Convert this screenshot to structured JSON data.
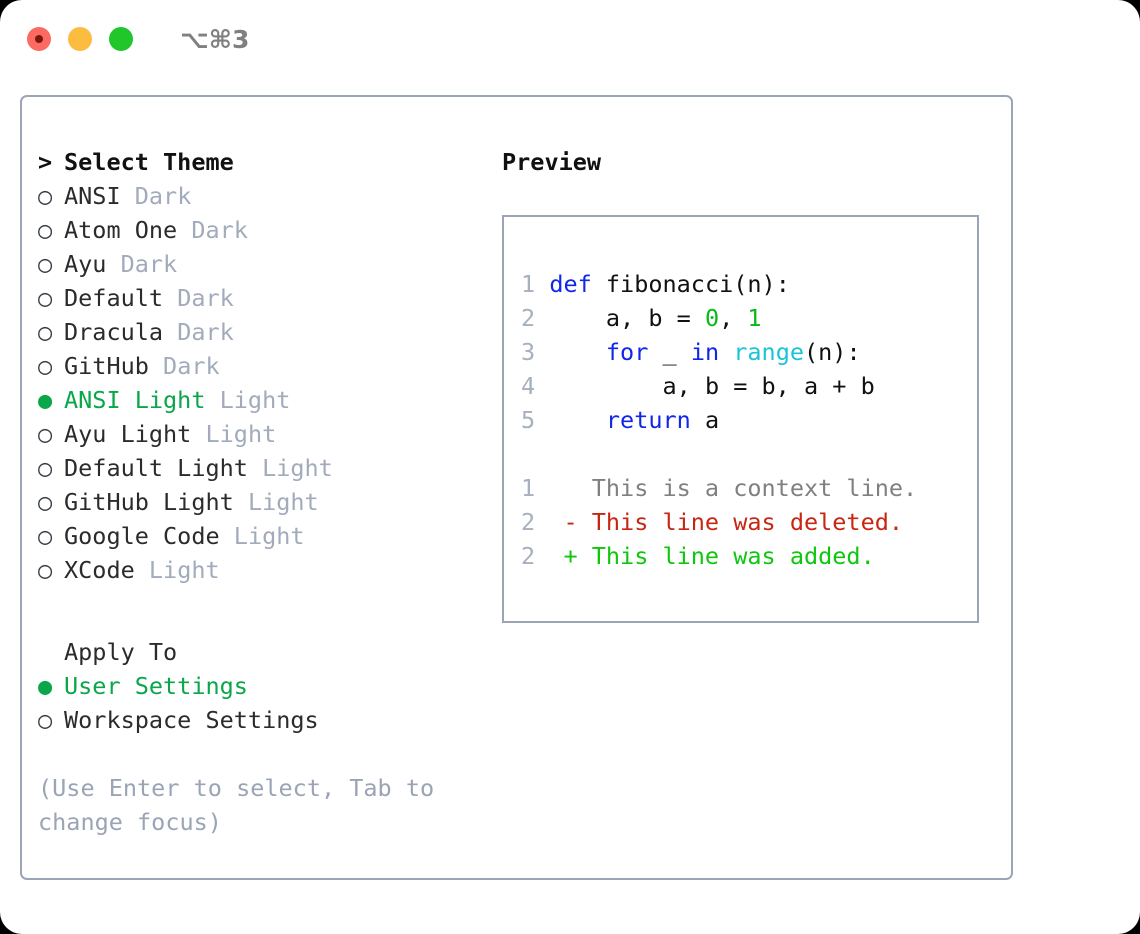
{
  "window": {
    "traffic_lights": [
      "close",
      "minimize",
      "maximize"
    ],
    "title": "⌥⌘3"
  },
  "theme_picker": {
    "heading_prefix": "> ",
    "heading": "Select Theme",
    "selected_theme": "ANSI Light",
    "marker_selected": "●",
    "marker_unselected": "○",
    "items": [
      {
        "marker": "○",
        "label": "ANSI",
        "tag": "Dark",
        "selected": false
      },
      {
        "marker": "○",
        "label": "Atom One",
        "tag": "Dark",
        "selected": false
      },
      {
        "marker": "○",
        "label": "Ayu",
        "tag": "Dark",
        "selected": false
      },
      {
        "marker": "○",
        "label": "Default",
        "tag": "Dark",
        "selected": false
      },
      {
        "marker": "○",
        "label": "Dracula",
        "tag": "Dark",
        "selected": false
      },
      {
        "marker": "○",
        "label": "GitHub",
        "tag": "Dark",
        "selected": false
      },
      {
        "marker": "●",
        "label": "ANSI Light",
        "tag": "Light",
        "selected": true
      },
      {
        "marker": "○",
        "label": "Ayu Light",
        "tag": "Light",
        "selected": false
      },
      {
        "marker": "○",
        "label": "Default Light",
        "tag": "Light",
        "selected": false
      },
      {
        "marker": "○",
        "label": "GitHub Light",
        "tag": "Light",
        "selected": false
      },
      {
        "marker": "○",
        "label": "Google Code",
        "tag": "Light",
        "selected": false
      },
      {
        "marker": "○",
        "label": "XCode",
        "tag": "Light",
        "selected": false
      }
    ]
  },
  "apply_to": {
    "heading": "Apply To",
    "selected_option": "User Settings",
    "items": [
      {
        "marker": "●",
        "label": "User Settings",
        "selected": true
      },
      {
        "marker": "○",
        "label": "Workspace Settings",
        "selected": false
      }
    ]
  },
  "hint": "(Use Enter to select, Tab to change focus)",
  "preview": {
    "title": "Preview",
    "code_lines": [
      {
        "num": "1",
        "tokens": [
          {
            "t": "def",
            "c": "kw"
          },
          {
            "t": " fibonacci(n):",
            "c": "txt"
          }
        ]
      },
      {
        "num": "2",
        "tokens": [
          {
            "t": "    a, b = ",
            "c": "txt"
          },
          {
            "t": "0",
            "c": "num"
          },
          {
            "t": ", ",
            "c": "txt"
          },
          {
            "t": "1",
            "c": "num"
          }
        ]
      },
      {
        "num": "3",
        "tokens": [
          {
            "t": "    ",
            "c": "txt"
          },
          {
            "t": "for",
            "c": "kw"
          },
          {
            "t": " _ ",
            "c": "txt"
          },
          {
            "t": "in",
            "c": "kw"
          },
          {
            "t": " ",
            "c": "txt"
          },
          {
            "t": "range",
            "c": "fn"
          },
          {
            "t": "(n):",
            "c": "txt"
          }
        ]
      },
      {
        "num": "4",
        "tokens": [
          {
            "t": "        a, b = b, a + b",
            "c": "txt"
          }
        ]
      },
      {
        "num": "5",
        "tokens": [
          {
            "t": "    ",
            "c": "txt"
          },
          {
            "t": "return",
            "c": "kw"
          },
          {
            "t": " a",
            "c": "txt"
          }
        ]
      }
    ],
    "diff_lines": [
      {
        "num": "1",
        "sign": "  ",
        "text": "This is a context line.",
        "kind": "ctx"
      },
      {
        "num": "2",
        "sign": "- ",
        "text": "This line was deleted.",
        "kind": "del"
      },
      {
        "num": "2",
        "sign": "+ ",
        "text": "This line was added.",
        "kind": "add"
      }
    ]
  },
  "colors": {
    "accent_green": "#09a74a",
    "diff_add": "#0ec70e",
    "diff_del": "#c72612",
    "keyword_blue": "#1126e8",
    "function_cyan": "#18c4d8",
    "number_green": "#0bb81c",
    "muted": "#a2abbb",
    "border": "#9aa5b6"
  }
}
